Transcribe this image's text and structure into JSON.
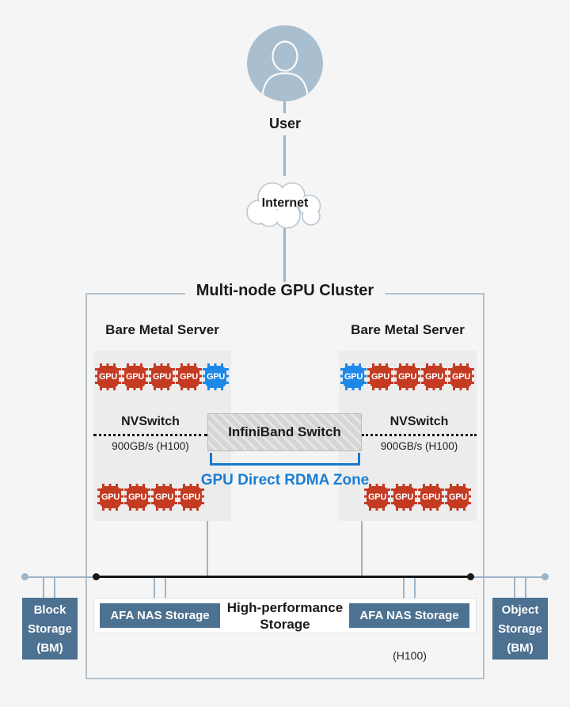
{
  "user": {
    "label": "User"
  },
  "internet": {
    "label": "Internet"
  },
  "gpu": {
    "label": "GPU"
  },
  "cluster": {
    "title": "Multi-node GPU Cluster",
    "server_left": {
      "name": "Bare Metal Server",
      "top_gpus": [
        "red",
        "red",
        "red",
        "red",
        "blue"
      ],
      "bottom_gpus": [
        "red",
        "red",
        "red",
        "red"
      ],
      "nvswitch_label": "NVSwitch",
      "bandwidth": "900GB/s (H100)"
    },
    "server_right": {
      "name": "Bare Metal Server",
      "top_gpus": [
        "blue",
        "red",
        "red",
        "red",
        "red"
      ],
      "bottom_gpus": [
        "red",
        "red",
        "red",
        "red"
      ],
      "nvswitch_label": "NVSwitch",
      "bandwidth": "900GB/s (H100)"
    },
    "infiniband": {
      "label": "InfiniBand Switch"
    },
    "rdma": {
      "label": "GPU Direct RDMA Zone"
    }
  },
  "storage": {
    "block": {
      "line1": "Block",
      "line2": "Storage",
      "line3": "(BM)"
    },
    "object": {
      "line1": "Object",
      "line2": "Storage",
      "line3": "(BM)"
    },
    "nas_left_label": "AFA NAS Storage",
    "nas_right_label": "AFA NAS Storage",
    "high_performance": {
      "line1": "High-performance",
      "line2": "Storage"
    },
    "note": "(H100)"
  },
  "colors": {
    "gpu_red": "#c43b22",
    "gpu_blue": "#1e88e8",
    "accent_blue": "#1779cf",
    "storage_slate": "#4d7191",
    "connector_gray_blue": "#9db4c7",
    "bus_black": "#161616",
    "cluster_border": "#b4c1cc"
  }
}
